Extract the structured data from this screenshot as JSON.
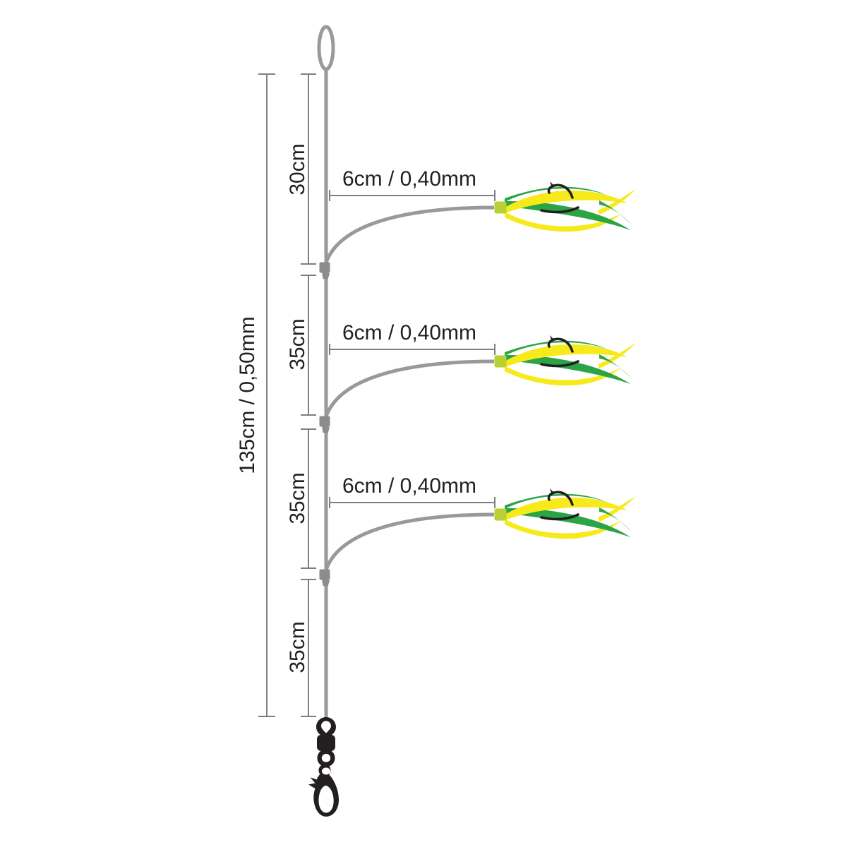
{
  "diagram": {
    "description": "fishing-rig-measurement-diagram",
    "overall": {
      "label": "135cm / 0,50mm"
    },
    "segments": [
      {
        "label": "30cm"
      },
      {
        "label": "35cm"
      },
      {
        "label": "35cm"
      },
      {
        "label": "35cm"
      }
    ],
    "branches": [
      {
        "label": "6cm / 0,40mm"
      },
      {
        "label": "6cm / 0,40mm"
      },
      {
        "label": "6cm / 0,40mm"
      }
    ],
    "components": {
      "top": "line-loop",
      "bottom": "swivel-snap-clip",
      "dropper_count": 3,
      "lure": "yellow-green-streamer-with-hook"
    },
    "colors": {
      "line_gray": "#98999b",
      "dimension_gray": "#7d7f82",
      "text_black": "#231f20",
      "lure_yellow": "#f6ea1a",
      "lure_green": "#2ba445",
      "bead_lime": "#b9cf33",
      "hardware_black": "#231f20"
    }
  }
}
